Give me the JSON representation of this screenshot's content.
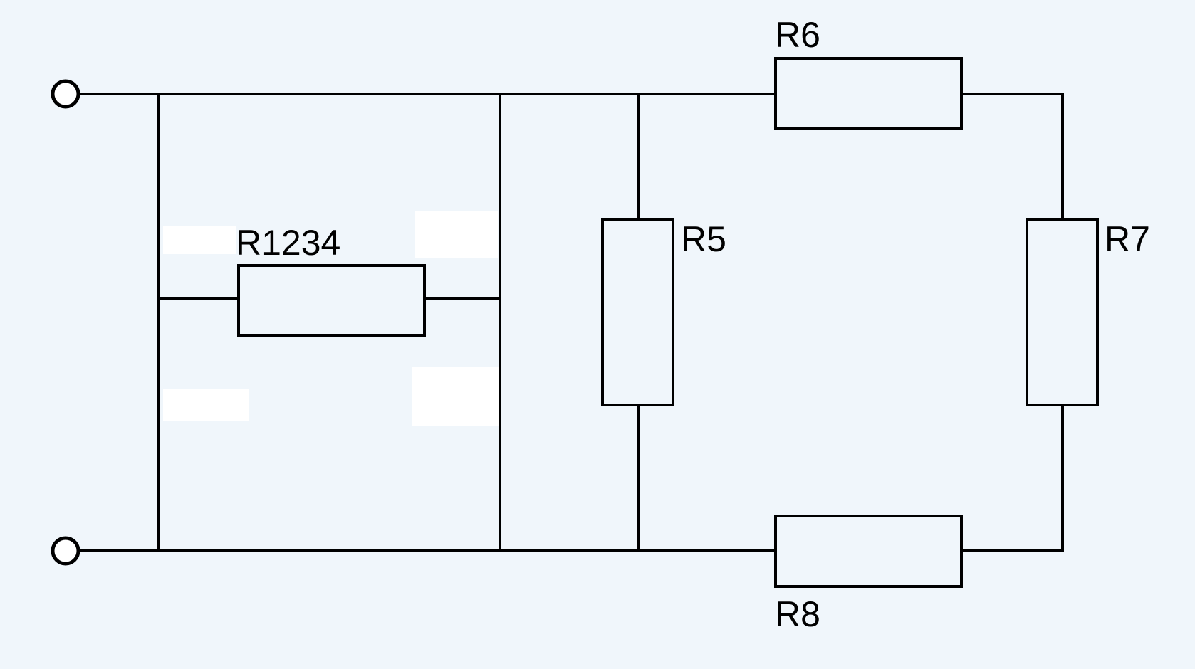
{
  "diagram": {
    "labels": {
      "r1234": "R1234",
      "r5": "R5",
      "r6": "R6",
      "r7": "R7",
      "r8": "R8"
    },
    "colors": {
      "background": "#f0f6fb",
      "line": "#000000",
      "patch": "#ffffff"
    }
  }
}
